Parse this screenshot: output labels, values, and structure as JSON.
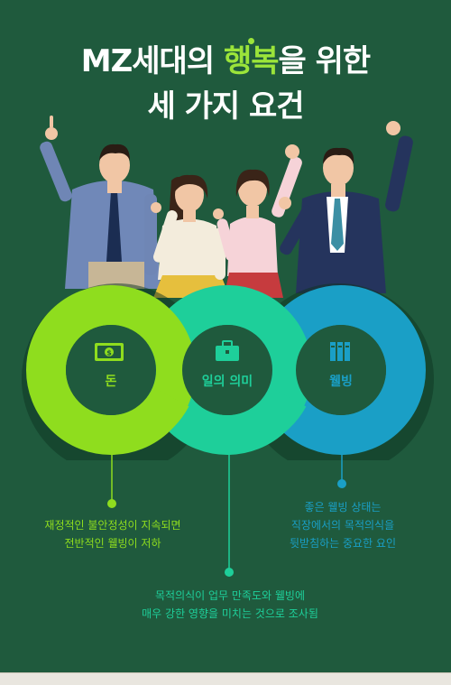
{
  "title": {
    "line1_prefix": "MZ세대의 ",
    "line1_highlight": "행복",
    "line1_suffix": "을 위한",
    "line2": "세 가지 요건"
  },
  "colors": {
    "background": "#1f5a3d",
    "highlight": "#9be43a",
    "ring_money": "#8fdd1e",
    "ring_meaning": "#1ecf9a",
    "ring_wellbeing": "#1a9fc6"
  },
  "items": [
    {
      "label": "돈",
      "icon": "money-icon",
      "color": "#8fdd1e",
      "desc": [
        "재정적인 불안정성이 지속되면",
        "전반적인 웰빙이 저하"
      ]
    },
    {
      "label": "일의 의미",
      "icon": "briefcase-icon",
      "color": "#1ecf9a",
      "desc": [
        "목적의식이 업무 만족도와 웰빙에",
        "매우 강한 영향을 미치는 것으로 조사됨"
      ]
    },
    {
      "label": "웰빙",
      "icon": "books-icon",
      "color": "#1a9fc6",
      "desc": [
        "좋은 웰빙 상태는",
        "직장에서의 목적의식을",
        "뒷받침하는 중요한 요인"
      ]
    }
  ]
}
